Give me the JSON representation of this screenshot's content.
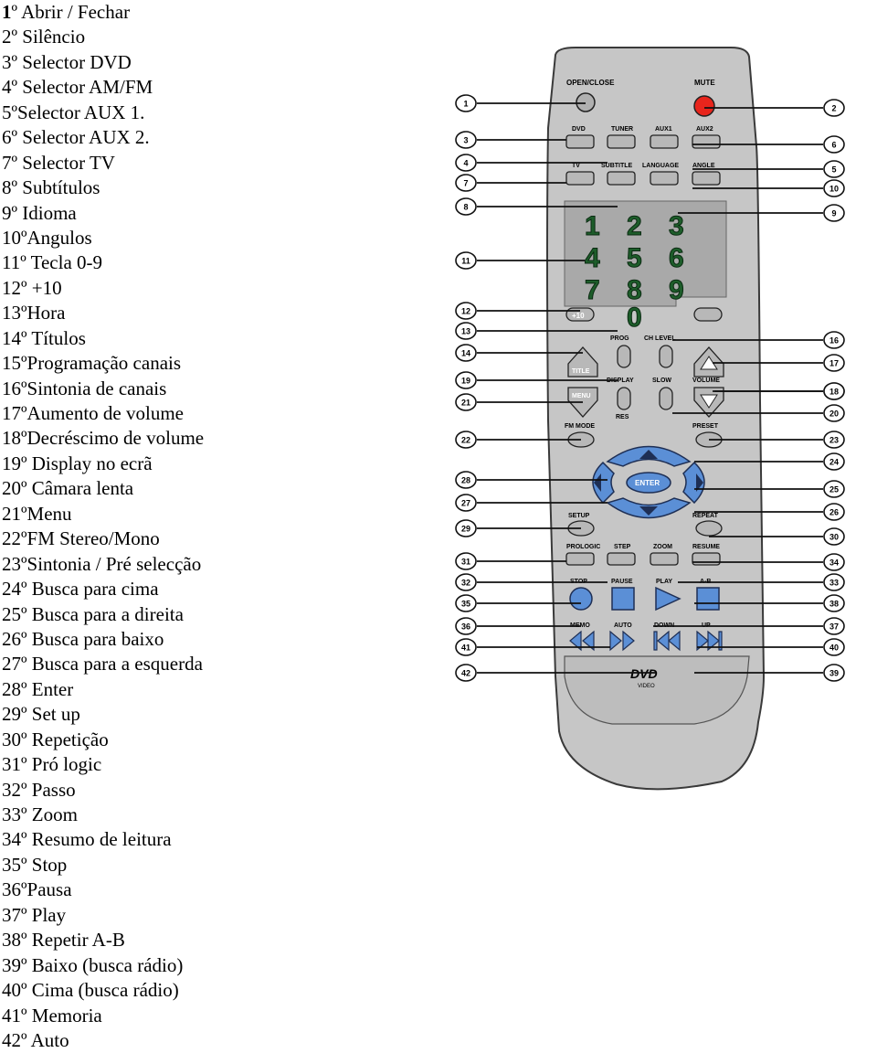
{
  "legend": [
    {
      "num": "1",
      "sep": "º",
      "text": " Abrir / Fechar"
    },
    {
      "num": "2",
      "sep": "º",
      "text": " Silêncio"
    },
    {
      "num": "3",
      "sep": "º",
      "text": " Selector DVD"
    },
    {
      "num": "4",
      "sep": "º",
      "text": " Selector AM/FM"
    },
    {
      "num": "5",
      "sep": "º",
      "text": "Selector AUX 1."
    },
    {
      "num": "6",
      "sep": "º",
      "text": " Selector AUX 2."
    },
    {
      "num": "7",
      "sep": "º",
      "text": " Selector TV"
    },
    {
      "num": "8",
      "sep": "º",
      "text": " Subtítulos"
    },
    {
      "num": "9",
      "sep": "º",
      "text": " Idioma"
    },
    {
      "num": "10",
      "sep": "º",
      "text": "Angulos"
    },
    {
      "num": "11",
      "sep": "º",
      "text": " Tecla 0-9"
    },
    {
      "num": "12",
      "sep": "º",
      "text": " +10"
    },
    {
      "num": "13",
      "sep": "º",
      "text": "Hora"
    },
    {
      "num": "14",
      "sep": "º",
      "text": " Títulos"
    },
    {
      "num": "15",
      "sep": "º",
      "text": "Programação canais"
    },
    {
      "num": "16",
      "sep": "º",
      "text": "Sintonia de canais"
    },
    {
      "num": "17",
      "sep": "º",
      "text": "Aumento de volume"
    },
    {
      "num": "18",
      "sep": "º",
      "text": "Decréscimo de volume"
    },
    {
      "num": "19",
      "sep": "º",
      "text": " Display no ecrã"
    },
    {
      "num": "20",
      "sep": "º",
      "text": " Câmara lenta"
    },
    {
      "num": "21",
      "sep": "º",
      "text": "Menu"
    },
    {
      "num": "22",
      "sep": "º",
      "text": "FM Stereo/Mono"
    },
    {
      "num": "23",
      "sep": "º",
      "text": "Sintonia / Pré selecção"
    },
    {
      "num": "24",
      "sep": "º",
      "text": " Busca para cima"
    },
    {
      "num": "25",
      "sep": "º",
      "text": " Busca para a direita"
    },
    {
      "num": "26",
      "sep": "º",
      "text": " Busca para baixo"
    },
    {
      "num": "27",
      "sep": "º",
      "text": " Busca para a esquerda"
    },
    {
      "num": "28",
      "sep": "º",
      "text": " Enter"
    },
    {
      "num": "29",
      "sep": "º",
      "text": " Set up"
    },
    {
      "num": "30",
      "sep": "º",
      "text": " Repetição"
    },
    {
      "num": "31",
      "sep": "º",
      "text": " Pró logic"
    },
    {
      "num": "32",
      "sep": "º",
      "text": " Passo"
    },
    {
      "num": "33",
      "sep": "º",
      "text": " Zoom"
    },
    {
      "num": "34",
      "sep": "º",
      "text": " Resumo de leitura"
    },
    {
      "num": "35",
      "sep": "º",
      "text": " Stop"
    },
    {
      "num": "36",
      "sep": "º",
      "text": "Pausa"
    },
    {
      "num": "37",
      "sep": "º",
      "text": " Play"
    },
    {
      "num": "38",
      "sep": "º",
      "text": " Repetir A-B"
    },
    {
      "num": "39",
      "sep": "º",
      "text": " Baixo (busca rádio)"
    },
    {
      "num": "40",
      "sep": "º",
      "text": " Cima (busca rádio)"
    },
    {
      "num": "41",
      "sep": "º",
      "text": " Memoria"
    },
    {
      "num": "42",
      "sep": "º",
      "text": " Auto"
    }
  ],
  "remote": {
    "colors": {
      "body": "#c6c6c6",
      "body_edge": "#3a3a3a",
      "button": "#b8b8b8",
      "mute": "#e8251c",
      "nav": "#5b8fd6",
      "keypad_bg": "#a9a9a9",
      "digit": "#1d5d2a",
      "callout_line": "#111111"
    },
    "labels": {
      "open_close": "OPEN/CLOSE",
      "mute": "MUTE",
      "dvd": "DVD",
      "tuner": "TUNER",
      "aux1": "AUX1",
      "aux2": "AUX2",
      "tv": "TV",
      "subtitle": "SUBTITLE",
      "language": "LANGUAGE",
      "angle": "ANGLE",
      "plus10": "+10",
      "prog": "PROG",
      "ch_level": "CH LEVEL",
      "title": "TITLE",
      "display": "DISPLAY",
      "slow": "SLOW",
      "volume": "VOLUME",
      "menu": "MENU",
      "res": "RES",
      "fm_mode": "FM MODE",
      "preset": "PRESET",
      "enter": "ENTER",
      "setup": "SETUP",
      "repeat": "REPEAT",
      "prologic": "PROLOGIC",
      "step": "STEP",
      "zoom": "ZOOM",
      "resume": "RESUME",
      "stop": "STOP",
      "pause": "PAUSE",
      "play": "PLAY",
      "ab": "A-B",
      "memo": "MEMO",
      "auto": "AUTO",
      "down": "DOWN",
      "up": "UP",
      "brand": "DVD",
      "brand_sub": "VIDEO"
    },
    "digits": [
      "1",
      "2",
      "3",
      "4",
      "5",
      "6",
      "7",
      "8",
      "9",
      "0"
    ],
    "callouts_left": [
      "1",
      "3",
      "4",
      "7",
      "8",
      "11",
      "12",
      "13",
      "14",
      "19",
      "21",
      "22",
      "28",
      "27",
      "29",
      "31",
      "32",
      "35",
      "36",
      "41",
      "42"
    ],
    "callouts_right": [
      "2",
      "6",
      "5",
      "10",
      "9",
      "18",
      "16",
      "17",
      "18",
      "20",
      "23",
      "24",
      "25",
      "26",
      "30",
      "34",
      "33",
      "38",
      "37",
      "40",
      "39"
    ]
  }
}
